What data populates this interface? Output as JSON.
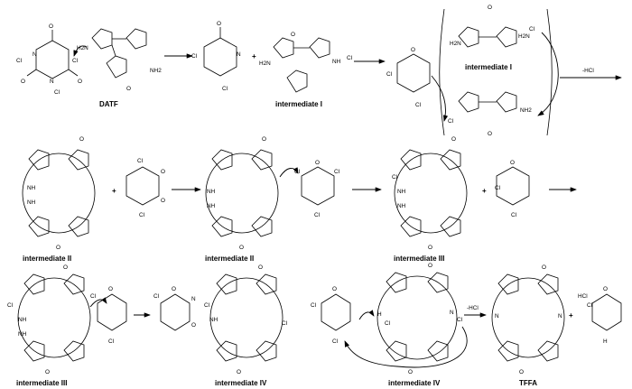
{
  "labels": {
    "datf": "DATF",
    "intermediate_i": "intermediate I",
    "intermediate_ii": "intermediate II",
    "intermediate_iii": "intermediate III",
    "intermediate_iv": "intermediate IV",
    "tffa": "TFFA",
    "minus_hcl": "-HCl",
    "plus": "+",
    "hcl": "HCl"
  },
  "atoms": {
    "cl": "Cl",
    "n": "N",
    "o": "O",
    "nh": "NH",
    "h": "H",
    "nh2": "NH2",
    "h2n": "H2N"
  }
}
